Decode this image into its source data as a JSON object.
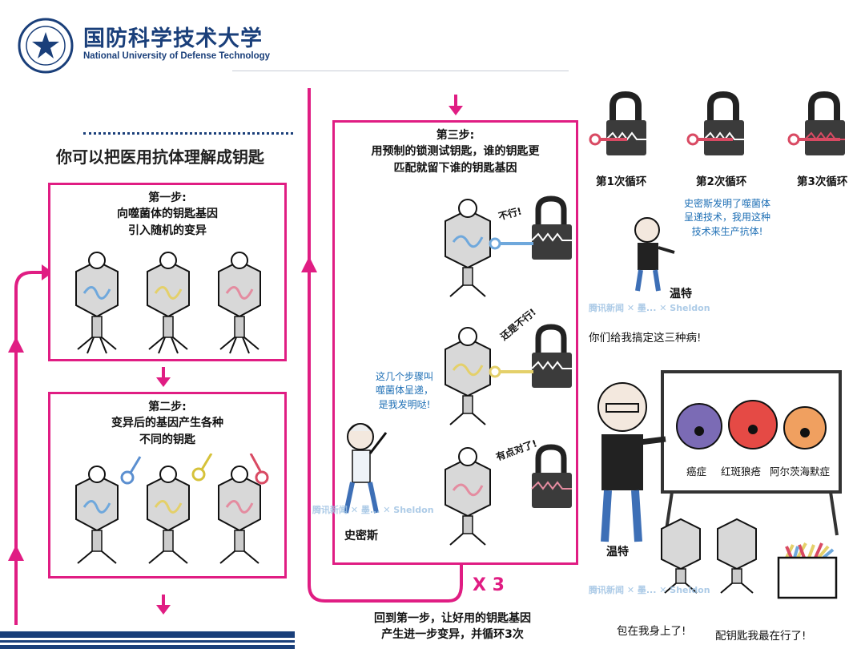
{
  "header": {
    "logo_cn": "国防科学技术大学",
    "logo_en": "National University of Defense Technology"
  },
  "left": {
    "title": "你可以把医用抗体理解成钥匙",
    "step1": {
      "line1": "第一步:",
      "line2": "向噬菌体的钥匙基因",
      "line3": "引入随机的变异"
    },
    "step2": {
      "line1": "第二步:",
      "line2": "变异后的基因产生各种",
      "line3": "不同的钥匙"
    }
  },
  "middle": {
    "step3": {
      "line1": "第三步:",
      "line2": "用预制的锁测试钥匙，谁的钥匙更",
      "line3": "匹配就留下谁的钥匙基因"
    },
    "speech_no1": "不行!",
    "speech_no2": "还是不行!",
    "speech_ok": "有点对了!",
    "smith_speech": {
      "line1": "这几个步骤叫",
      "line2": "噬菌体呈递，",
      "line3": "是我发明哒!"
    },
    "smith_name": "史密斯",
    "times": "X 3",
    "footer": {
      "line1": "回到第一步，让好用的钥匙基因",
      "line2": "产生进一步变异，并循环3次"
    },
    "watermark": "腾讯新闻 ✕ 墨... ✕ Sheldon"
  },
  "right": {
    "cycles": [
      "第1次循环",
      "第2次循环",
      "第3次循环"
    ],
    "winter_speech": {
      "line1": "史密斯发明了噬菌体",
      "line2": "呈递技术，我用这种",
      "line3": "技术来生产抗体!"
    },
    "winter_name_top": "温特",
    "watermark": "腾讯新闻 ✕ 墨... ✕ Sheldon",
    "winter_command": "你们给我搞定这三种病!",
    "diseases": [
      "癌症",
      "红斑狼疮",
      "阿尔茨海默症"
    ],
    "winter_name_bottom": "温特",
    "phage_reply": "包在我身上了!",
    "keys_reply": "配钥匙我最在行了!"
  },
  "colors": {
    "accent": "#e01d83",
    "navy": "#1a3f7a",
    "speech_blue": "#1e6fb5"
  }
}
